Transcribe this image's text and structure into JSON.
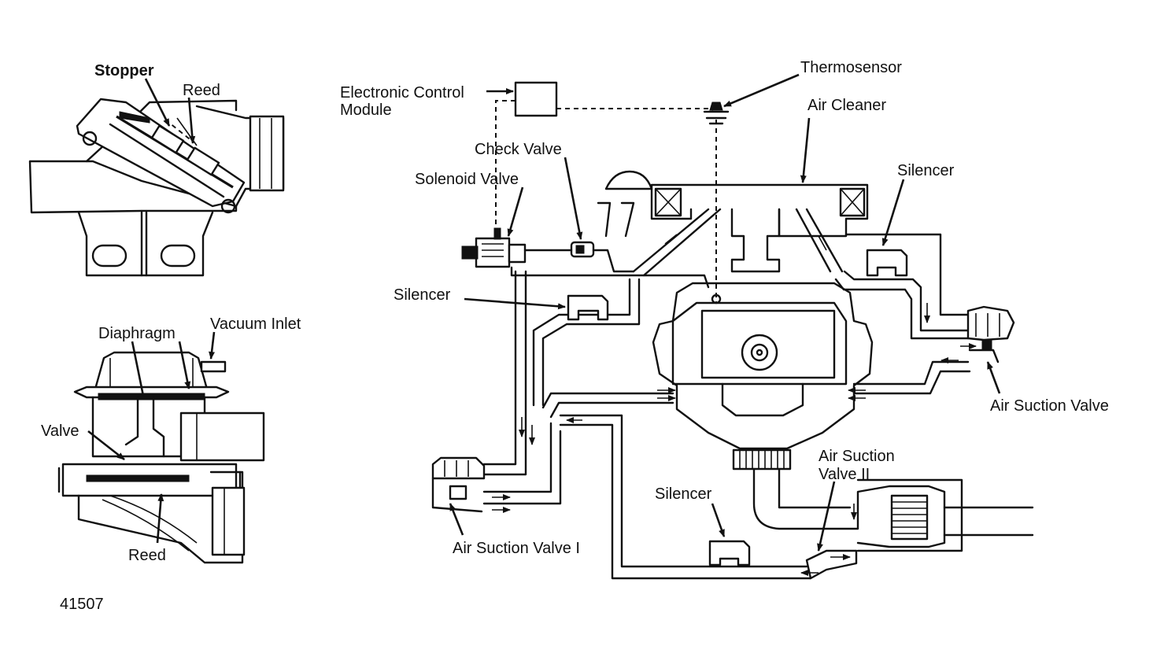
{
  "diagram": {
    "figure_number": "41507",
    "labels": {
      "stopper": "Stopper",
      "reed_top": "Reed",
      "diaphragm": "Diaphragm",
      "vacuum_inlet": "Vacuum Inlet",
      "valve": "Valve",
      "reed_bottom": "Reed",
      "ecm_line1": "Electronic Control",
      "ecm_line2": "Module",
      "thermosensor": "Thermosensor",
      "air_cleaner": "Air Cleaner",
      "check_valve": "Check Valve",
      "solenoid_valve": "Solenoid Valve",
      "silencer_right": "Silencer",
      "silencer_left": "Silencer",
      "silencer_bottom": "Silencer",
      "air_suction_valve": "Air Suction Valve",
      "air_suction_valve_1": "Air Suction Valve I",
      "air_suction_valve_2_line1": "Air Suction",
      "air_suction_valve_2_line2": "Valve II"
    }
  }
}
